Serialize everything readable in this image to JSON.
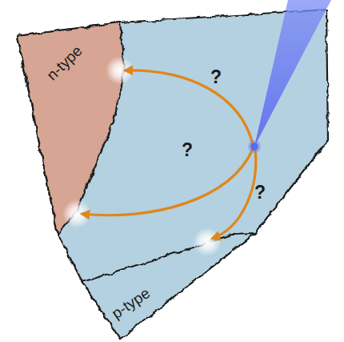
{
  "diagram": {
    "nodes": [
      {
        "text": [
          "n-type"
        ]
      },
      {
        "text": [
          "p-type"
        ]
      }
    ],
    "labels": [
      "?",
      "?",
      "?"
    ]
  }
}
